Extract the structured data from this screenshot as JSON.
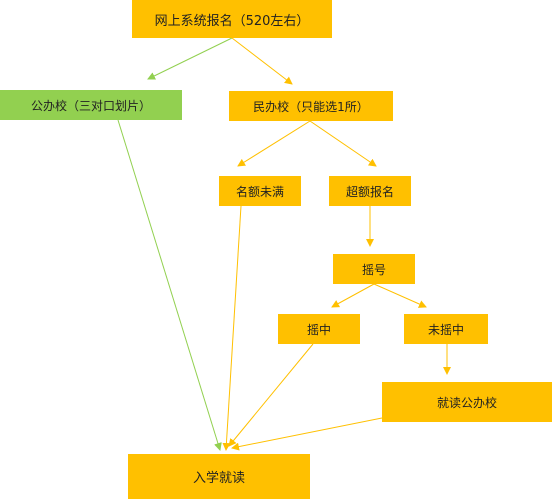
{
  "colors": {
    "orange": "#FFC000",
    "green": "#92D050",
    "arrow_orange": "#FFC000",
    "arrow_green": "#92D050"
  },
  "nodes": {
    "register": "网上系统报名（520左右）",
    "public_school": "公办校（三对口划片）",
    "private_school": "民办校（只能选1所）",
    "not_full": "名额未满",
    "over_subscribed": "超额报名",
    "lottery": "摇号",
    "lottery_win": "摇中",
    "lottery_lose": "未摇中",
    "attend_public": "就读公办校",
    "enroll": "入学就读"
  }
}
